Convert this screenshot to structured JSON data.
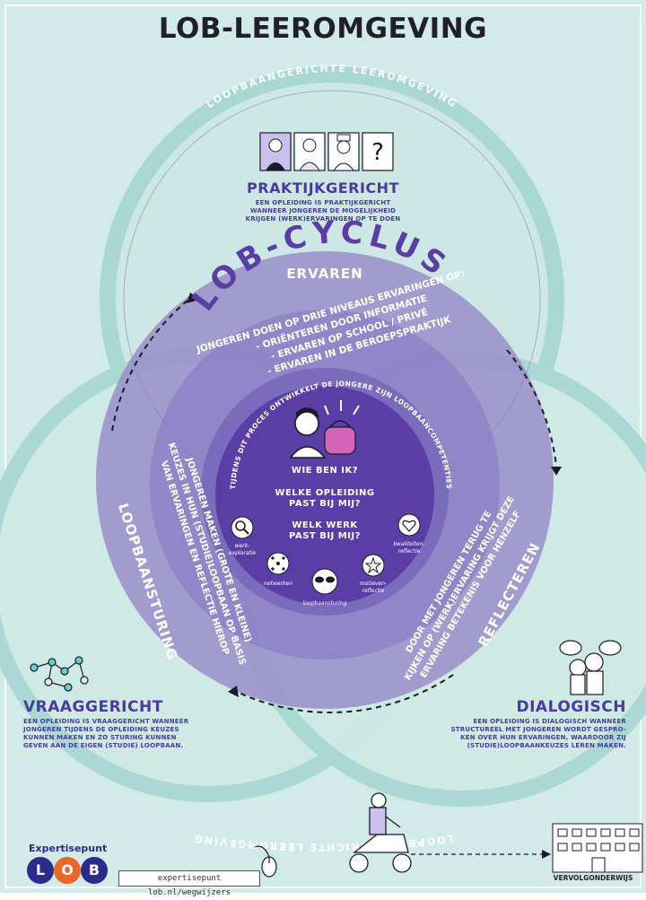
{
  "title": "LOB-LEEROMGEVING",
  "ring_text": "LOOPBAANGERICHTE LEEROMGEVING",
  "cycle": {
    "title": "LOB-CYCLUS",
    "ervaren": {
      "label": "ERVAREN",
      "lines": [
        "JONGEREN DOEN OP DRIE NIVEAUS ERVARINGEN OP:",
        "- ORIËNTEREN DOOR INFORMATIE",
        "- ERVAREN OP SCHOOL / PRIVÉ",
        "- ERVAREN IN DE BEROEPSPRAKTIJK"
      ]
    },
    "reflecteren": {
      "label": "REFLECTEREN",
      "lines": [
        "DOOR MET JONGEREN TERUG TE",
        "KIJKEN OP (WERK)ERVARING KRIJGT DEZE",
        "ERVARING BETEKENIS VOOR HENZELF"
      ]
    },
    "loopbaansturing": {
      "label": "LOOPBAANSTURING",
      "lines": [
        "JONGEREN MAKEN (GROTE EN KLEINE)",
        "KEUZES IN HUN (STUDIE)LOOPBAAN OP BASIS",
        "VAN ERVARINGEN EN REFLECTIE HIEROP"
      ]
    }
  },
  "center": {
    "arc_text": "TIJDENS DIT PROCES ONTWIKKELT DE JONGERE ZIJN LOOPBAANCOMPETENTIES",
    "questions": [
      "WIE BEN IK?",
      "WELKE OPLEIDING",
      "PAST BIJ MIJ?",
      "WELK WERK",
      "PAST BIJ MIJ?"
    ],
    "competencies": [
      {
        "icon": "magnifier-icon",
        "label1": "werk-",
        "label2": "exploratie"
      },
      {
        "icon": "heart-icon",
        "label1": "kwaliteiten-",
        "label2": "reflectie"
      },
      {
        "icon": "network-icon",
        "label1": "netwerken",
        "label2": ""
      },
      {
        "icon": "star-icon",
        "label1": "motieven-",
        "label2": "reflectie"
      },
      {
        "icon": "sunglasses-icon",
        "label1": "loopbaansturing",
        "label2": ""
      }
    ]
  },
  "praktijkgericht": {
    "title": "PRAKTIJKGERICHT",
    "lines": [
      "EEN OPLEIDING IS PRAKTIJKGERICHT",
      "WANNEER JONGEREN DE MOGELIJKHEID",
      "KRIJGEN (WERK)ERVARINGEN OP TE DOEN"
    ]
  },
  "vraaggericht": {
    "title": "VRAAGGERICHT",
    "lines": [
      "EEN OPLEIDING IS VRAAGGERICHT WANNEER",
      "JONGEREN TIJDENS DE OPLEIDING KEUZES",
      "KUNNEN MAKEN EN ZO STURING KUNNEN",
      "GEVEN AAN DE EIGEN (STUDIE) LOOPBAAN."
    ]
  },
  "dialogisch": {
    "title": "DIALOGISCH",
    "lines": [
      "EEN OPLEIDING IS DIALOGISCH WANNEER",
      "STRUCTUREEL MET JONGEREN WORDT GESPRO-",
      "KEN OVER HUN ERVARINGEN, WAARDOOR ZIJ",
      "(STUDIE)LOOPBAANKEUZES LEREN MAKEN."
    ]
  },
  "footer": {
    "brand": "Expertisepunt",
    "logo_letters": [
      "L",
      "O",
      "B"
    ],
    "url": "expertisepunt lob.nl/wegwijzers",
    "destination": "VERVOLGONDERWIJS"
  },
  "colors": {
    "background": "#d3ebe8",
    "ring": "#a9d8d3",
    "outer_circle": "#9d94cc",
    "inner_circle": "#7a6bbd",
    "center": "#5a3ea6",
    "accent_text": "#4a3aa0",
    "logo_blue": "#2c2a8a",
    "logo_orange": "#e8682a"
  }
}
